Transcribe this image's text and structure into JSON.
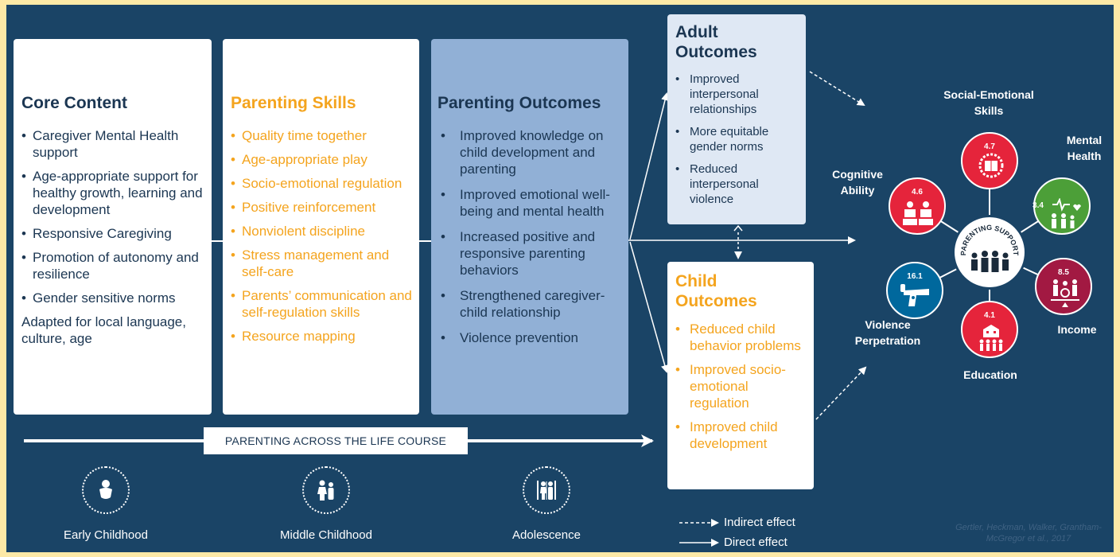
{
  "core": {
    "title": "Core Content",
    "items": [
      "Caregiver Mental Health support",
      "Age-appropriate support for healthy growth, learning and development",
      "Responsive Caregiving",
      "Promotion of autonomy and resilience",
      "Gender sensitive norms"
    ],
    "footer": "Adapted for local language, culture, age"
  },
  "skills": {
    "title": "Parenting Skills",
    "items": [
      "Quality time together",
      "Age-appropriate play",
      "Socio-emotional regulation",
      "Positive reinforcement",
      "Nonviolent discipline",
      "Stress management and self-care",
      "Parents’ communication and self-regulation skills",
      "Resource mapping"
    ]
  },
  "parenting_outcomes": {
    "title": "Parenting Outcomes",
    "items": [
      "Improved knowledge on child development and parenting",
      "Improved emotional well-being and mental health",
      "Increased positive and responsive parenting behaviors",
      "Strengthened caregiver-child relationship",
      "Violence prevention"
    ]
  },
  "adult": {
    "title": "Adult Outcomes",
    "items": [
      "Improved interpersonal relationships",
      "More equitable gender norms",
      "Reduced interpersonal violence"
    ]
  },
  "child": {
    "title": "Child Outcomes",
    "items": [
      "Reduced child behavior problems",
      "Improved socio-emotional regulation",
      "Improved child development"
    ]
  },
  "life_course": "PARENTING ACROSS THE LIFE COURSE",
  "stages": [
    "Early Childhood",
    "Middle Childhood",
    "Adolescence"
  ],
  "legend": {
    "indirect": "Indirect effect",
    "direct": "Direct effect"
  },
  "citation": "Gertler, Heckman, Walker, Grantham-McGregor et al., 2017",
  "wheel": {
    "hub_label": "PARENTING SUPPORT",
    "segments": [
      {
        "label": "Social-Emotional Skills",
        "number": "4.7",
        "color": "#e5243b",
        "icon": "book-icon"
      },
      {
        "label": "Mental Health",
        "number": "3.4",
        "color": "#4c9f38",
        "icon": "heartbeat-family-icon"
      },
      {
        "label": "Income",
        "number": "8.5",
        "color": "#a21942",
        "icon": "equality-icon"
      },
      {
        "label": "Education",
        "number": "4.1",
        "color": "#e5243b",
        "icon": "school-icon"
      },
      {
        "label": "Violence Perpetration",
        "number": "16.1",
        "color": "#00689d",
        "icon": "gun-icon"
      },
      {
        "label": "Cognitive Ability",
        "number": "4.6",
        "color": "#e5243b",
        "icon": "reading-icon"
      }
    ]
  },
  "colors": {
    "background": "#1a4466",
    "accent": "#f4a41e",
    "text_dark": "#1b3652",
    "panel_blue": "#91b0d6",
    "panel_light": "#dfe8f4"
  }
}
